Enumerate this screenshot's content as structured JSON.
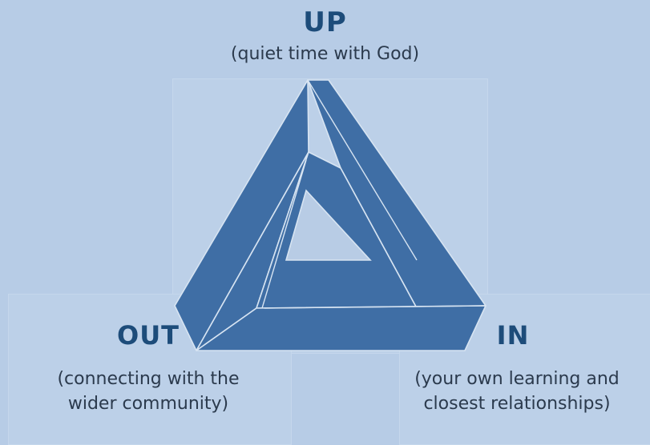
{
  "up": {
    "title": "UP",
    "description": "(quiet time with God)"
  },
  "out": {
    "title": "OUT",
    "description_lines": [
      "(connecting with the",
      "wider community)"
    ]
  },
  "in": {
    "title": "IN",
    "description_lines": [
      "(your own learning and",
      "closest relationships)"
    ]
  },
  "colors": {
    "background": "#b7cce6",
    "triangle_fill": "#3f6ea5",
    "triangle_edge": "#d7e4f2",
    "heading": "#1d4c7a",
    "text": "#2b3a4d"
  },
  "icons": {
    "triangle": "penrose-triangle-icon"
  }
}
